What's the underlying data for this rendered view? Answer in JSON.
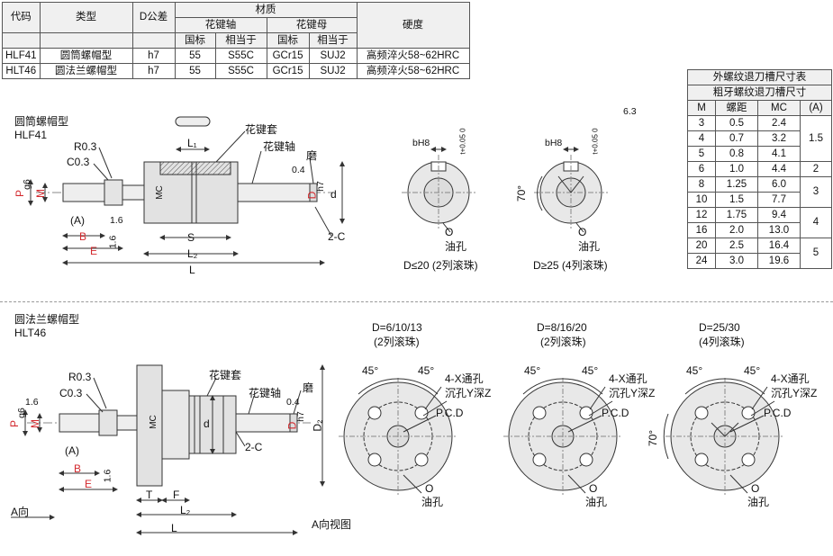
{
  "spec_table": {
    "headers": {
      "code": "代码",
      "type": "类型",
      "tolerance": "D公差",
      "material": "材质",
      "spline_shaft": "花键轴",
      "spline_nut": "花键母",
      "national": "国标",
      "equivalent": "相当于",
      "hardness": "硬度"
    },
    "rows": [
      {
        "code": "HLF41",
        "type": "圆筒螺帽型",
        "tol": "h7",
        "shaft_nat": "55",
        "shaft_eq": "S55C",
        "nut_nat": "GCr15",
        "nut_eq": "SUJ2",
        "hardness": "高频淬火58~62HRC"
      },
      {
        "code": "HLT46",
        "type": "圆法兰螺帽型",
        "tol": "h7",
        "shaft_nat": "55",
        "shaft_eq": "S55C",
        "nut_nat": "GCr15",
        "nut_eq": "SUJ2",
        "hardness": "高频淬火58~62HRC"
      }
    ]
  },
  "thread_table": {
    "title1": "外螺纹退刀槽尺寸表",
    "title2": "粗牙螺纹退刀槽尺寸",
    "headers": [
      "M",
      "螺距",
      "MC",
      "(A)"
    ],
    "rows": [
      {
        "m": "3",
        "pitch": "0.5",
        "mc": "2.4"
      },
      {
        "m": "4",
        "pitch": "0.7",
        "mc": "3.2"
      },
      {
        "m": "5",
        "pitch": "0.8",
        "mc": "4.1"
      },
      {
        "m": "6",
        "pitch": "1.0",
        "mc": "4.4"
      },
      {
        "m": "8",
        "pitch": "1.25",
        "mc": "6.0"
      },
      {
        "m": "10",
        "pitch": "1.5",
        "mc": "7.7"
      },
      {
        "m": "12",
        "pitch": "1.75",
        "mc": "9.4"
      },
      {
        "m": "16",
        "pitch": "2.0",
        "mc": "13.0"
      },
      {
        "m": "20",
        "pitch": "2.5",
        "mc": "16.4"
      },
      {
        "m": "24",
        "pitch": "3.0",
        "mc": "19.6"
      }
    ],
    "a_groups": [
      "1.5",
      "2",
      "3",
      "4",
      "5"
    ]
  },
  "hlf41": {
    "name": "圆筒螺帽型",
    "code": "HLF41",
    "labels": {
      "r": "R0.3",
      "c": "C0.3",
      "sleeve": "花键套",
      "shaft": "花键轴",
      "grind": "磨",
      "l1": "L₁",
      "l2": "L₂",
      "l": "L",
      "s": "S",
      "b": "B",
      "e": "E",
      "a": "(A)",
      "mc": "MC",
      "m": "M",
      "p": "P",
      "p_tol": "g6",
      "d_tol": "h7",
      "d_big": "D",
      "d_small": "d",
      "chamfer": "2-C",
      "r16": "1.6",
      "r04": "0.4",
      "r63": "6.3"
    },
    "views": [
      {
        "caption": "D≤20 (2列滚珠)",
        "oil": "油孔",
        "o": "O",
        "bh": "bH8",
        "t": "t+0.05 0"
      },
      {
        "caption": "D≥25 (4列滚珠)",
        "oil": "油孔",
        "o": "O",
        "bh": "bH8",
        "t": "t+0.05 0",
        "angle": "70°"
      }
    ]
  },
  "hlt46": {
    "name": "圆法兰螺帽型",
    "code": "HLT46",
    "labels": {
      "r": "R0.3",
      "c": "C0.3",
      "sleeve": "花键套",
      "shaft": "花键轴",
      "grind": "磨",
      "l2": "L₂",
      "l": "L",
      "b": "B",
      "e": "E",
      "a": "(A)",
      "t": "T",
      "f": "F",
      "mc": "MC",
      "m": "M",
      "p": "P",
      "p_tol": "g6",
      "d_tol": "h7",
      "d_big": "D",
      "d_small": "d",
      "d2": "D₂",
      "chamfer": "2-C",
      "r16": "1.6",
      "r04": "0.4",
      "view_a": "A向",
      "view_title": "A向视图"
    },
    "flanges": [
      {
        "size": "D=6/10/13",
        "rows": "(2列滚珠)",
        "angle1": "45°",
        "angle2": "45°"
      },
      {
        "size": "D=8/16/20",
        "rows": "(2列滚珠)",
        "angle1": "45°",
        "angle2": "45°"
      },
      {
        "size": "D=25/30",
        "rows": "(4列滚珠)",
        "angle1": "45°",
        "angle2": "45°",
        "angle3": "70°"
      }
    ],
    "flange_labels": {
      "holes": "4-X通孔",
      "counter": "沉孔Y深Z",
      "pcd": "P.C.D",
      "o": "O",
      "oil": "油孔"
    }
  }
}
